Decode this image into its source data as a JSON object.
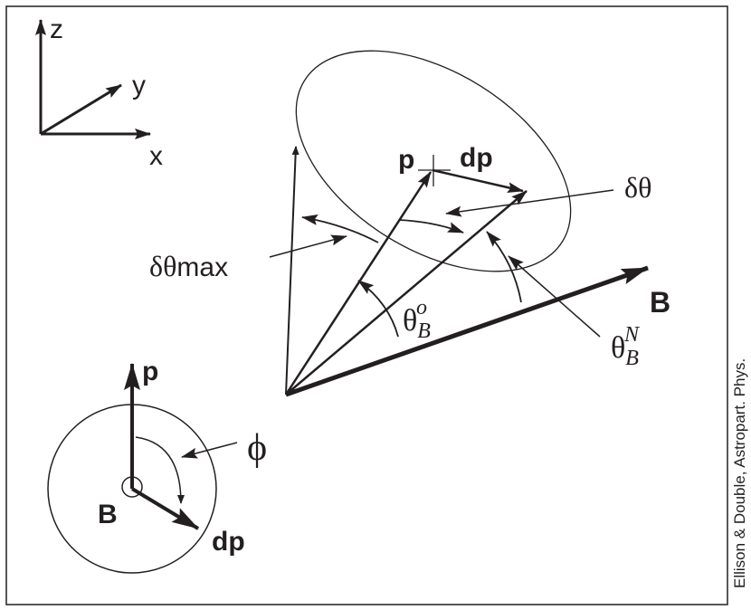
{
  "axes": {
    "z": "z",
    "y": "y",
    "x": "x"
  },
  "labels": {
    "p": "p",
    "dp": "dp",
    "delta_theta": "δθ",
    "delta_theta_max_symbol": "δθ",
    "delta_theta_max_sub": "max",
    "theta": "θ",
    "theta_o_sub": "B",
    "theta_o_sup": "o",
    "theta_n_sub": "B",
    "theta_n_sup": "N",
    "B": "B",
    "phi": "ϕ",
    "inset_p": "p",
    "inset_B": "B",
    "inset_dp": "dp"
  },
  "credit": "Ellison & Double, Astropart. Phys.",
  "colors": {
    "ink": "#231f20"
  }
}
